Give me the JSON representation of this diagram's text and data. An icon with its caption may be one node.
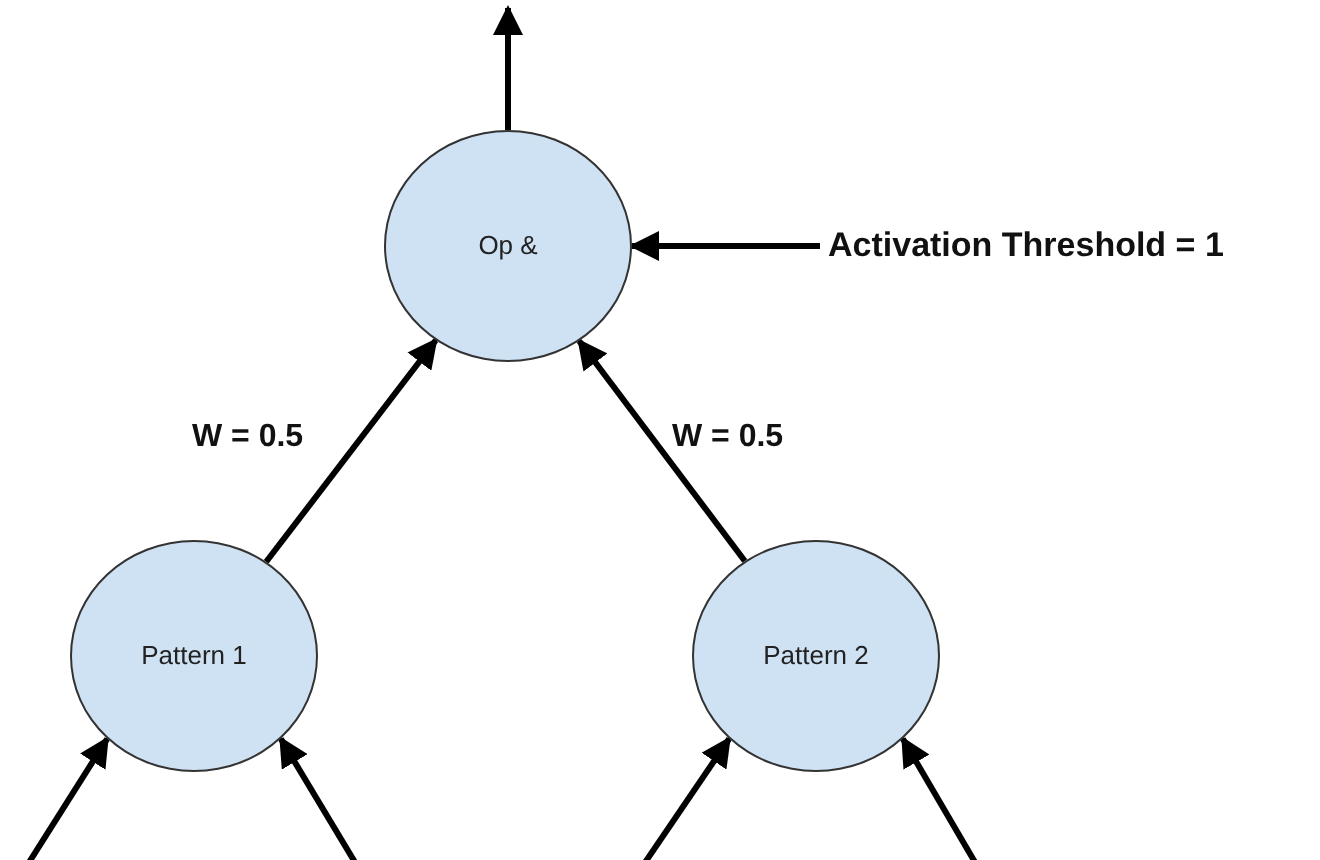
{
  "diagram": {
    "nodes": [
      {
        "text": [
          "Op &"
        ]
      },
      {
        "text": [
          "Pattern 1"
        ]
      },
      {
        "text": [
          "Pattern 2"
        ]
      },
      {
        "text": [
          "Activation Threshold = 1"
        ]
      }
    ],
    "edges": [
      {
        "from": 0,
        "to": null,
        "arrow": "to"
      },
      {
        "from": 3,
        "to": 0,
        "arrow": "to"
      },
      {
        "from": 1,
        "to": 0,
        "arrow": "to",
        "label": "W = 0.5"
      },
      {
        "from": 2,
        "to": 0,
        "arrow": "to",
        "label": "W = 0.5"
      },
      {
        "from": null,
        "to": 1,
        "arrow": "to"
      },
      {
        "from": null,
        "to": 1,
        "arrow": "to"
      },
      {
        "from": null,
        "to": 2,
        "arrow": "to"
      },
      {
        "from": null,
        "to": 2,
        "arrow": "to"
      }
    ]
  }
}
